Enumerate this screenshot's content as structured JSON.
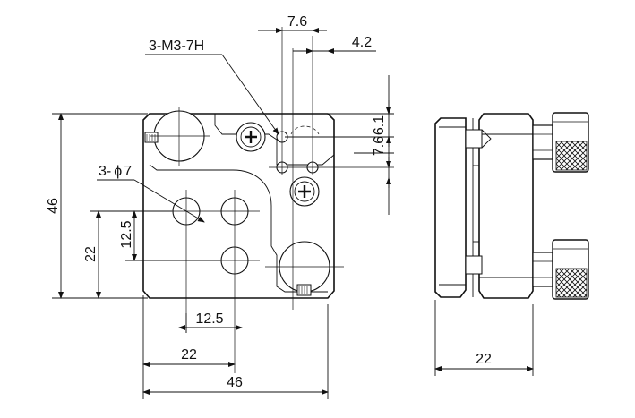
{
  "labels": {
    "thread_callout": "3-M3-7H",
    "hole_callout_prefix": "3-",
    "hole_callout_symbol": "ϕ",
    "hole_callout_value": "7"
  },
  "dimensions": {
    "top_spacing": "7.6",
    "top_offset": "4.2",
    "right_upper": "6.1",
    "right_lower": "7.6",
    "height_total": "46",
    "height_lower": "22",
    "height_hole": "12.5",
    "width_hole": "12.5",
    "width_lower": "22",
    "width_total": "46",
    "side_depth": "22"
  },
  "colors": {
    "line": "#111111",
    "background": "#ffffff"
  }
}
